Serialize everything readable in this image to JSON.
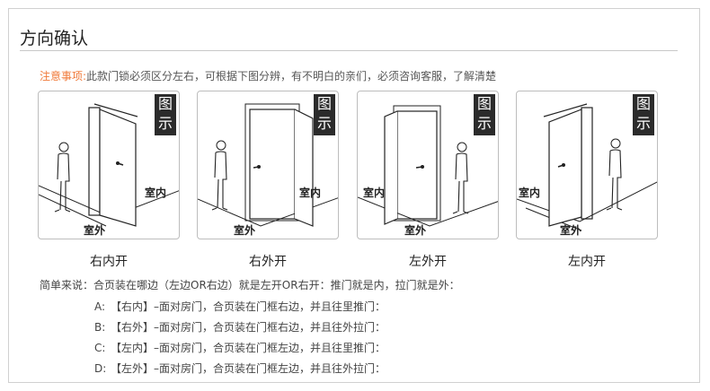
{
  "title": "方向确认",
  "notice": {
    "highlight": "注意事项:",
    "text": "此款门锁必须区分左右，可根据下图分辨，有不明白的亲们，必须咨询客服，了解清楚"
  },
  "panels": [
    {
      "badge": [
        "图",
        "示"
      ],
      "inside": "室内",
      "outside": "室外",
      "caption": "右内开"
    },
    {
      "badge": [
        "图",
        "示"
      ],
      "inside": "室内",
      "outside": "室外",
      "caption": "右外开"
    },
    {
      "badge": [
        "图",
        "示"
      ],
      "inside": "室内",
      "outside": "室外",
      "caption": "左外开"
    },
    {
      "badge": [
        "图",
        "示"
      ],
      "inside": "室内",
      "outside": "室外",
      "caption": "左内开"
    }
  ],
  "summary": "简单来说：合页装在哪边（左边OR右边）就是左开OR右开：推门就是内，拉门就是外：",
  "rules": [
    {
      "key": "A:",
      "text": "【右内】–面对房门，合页装在门框右边，并且往里推门："
    },
    {
      "key": "B:",
      "text": "【右外】–面对房门，合页装在门框右边，并且往外拉门："
    },
    {
      "key": "C:",
      "text": "【左内】–面对房门，合页装在门框左边，并且往里推门："
    },
    {
      "key": "D:",
      "text": "【左外】–面对房门，合页装在门框左边，并且往外拉门："
    }
  ]
}
